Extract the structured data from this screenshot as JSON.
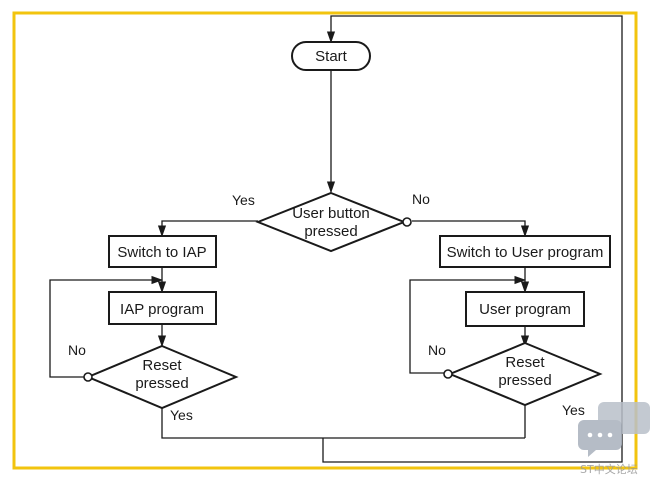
{
  "nodes": {
    "start": "Start",
    "decision_user_button": [
      "User button",
      "pressed"
    ],
    "switch_iap": "Switch to IAP",
    "iap_program": "IAP program",
    "reset_left": [
      "Reset",
      "pressed"
    ],
    "switch_user": "Switch to User program",
    "user_program": "User program",
    "reset_right": [
      "Reset",
      "pressed"
    ]
  },
  "edges": {
    "button_yes": "Yes",
    "button_no": "No",
    "reset_left_no": "No",
    "reset_left_yes": "Yes",
    "reset_right_no": "No",
    "reset_right_yes": "Yes"
  },
  "colors": {
    "frame": "#f2c40f",
    "stroke": "#1a1a1a",
    "watermark": "#a9b1bd"
  },
  "watermark": {
    "icon": "chat-bubble-icon",
    "text": "ST中文论坛"
  }
}
